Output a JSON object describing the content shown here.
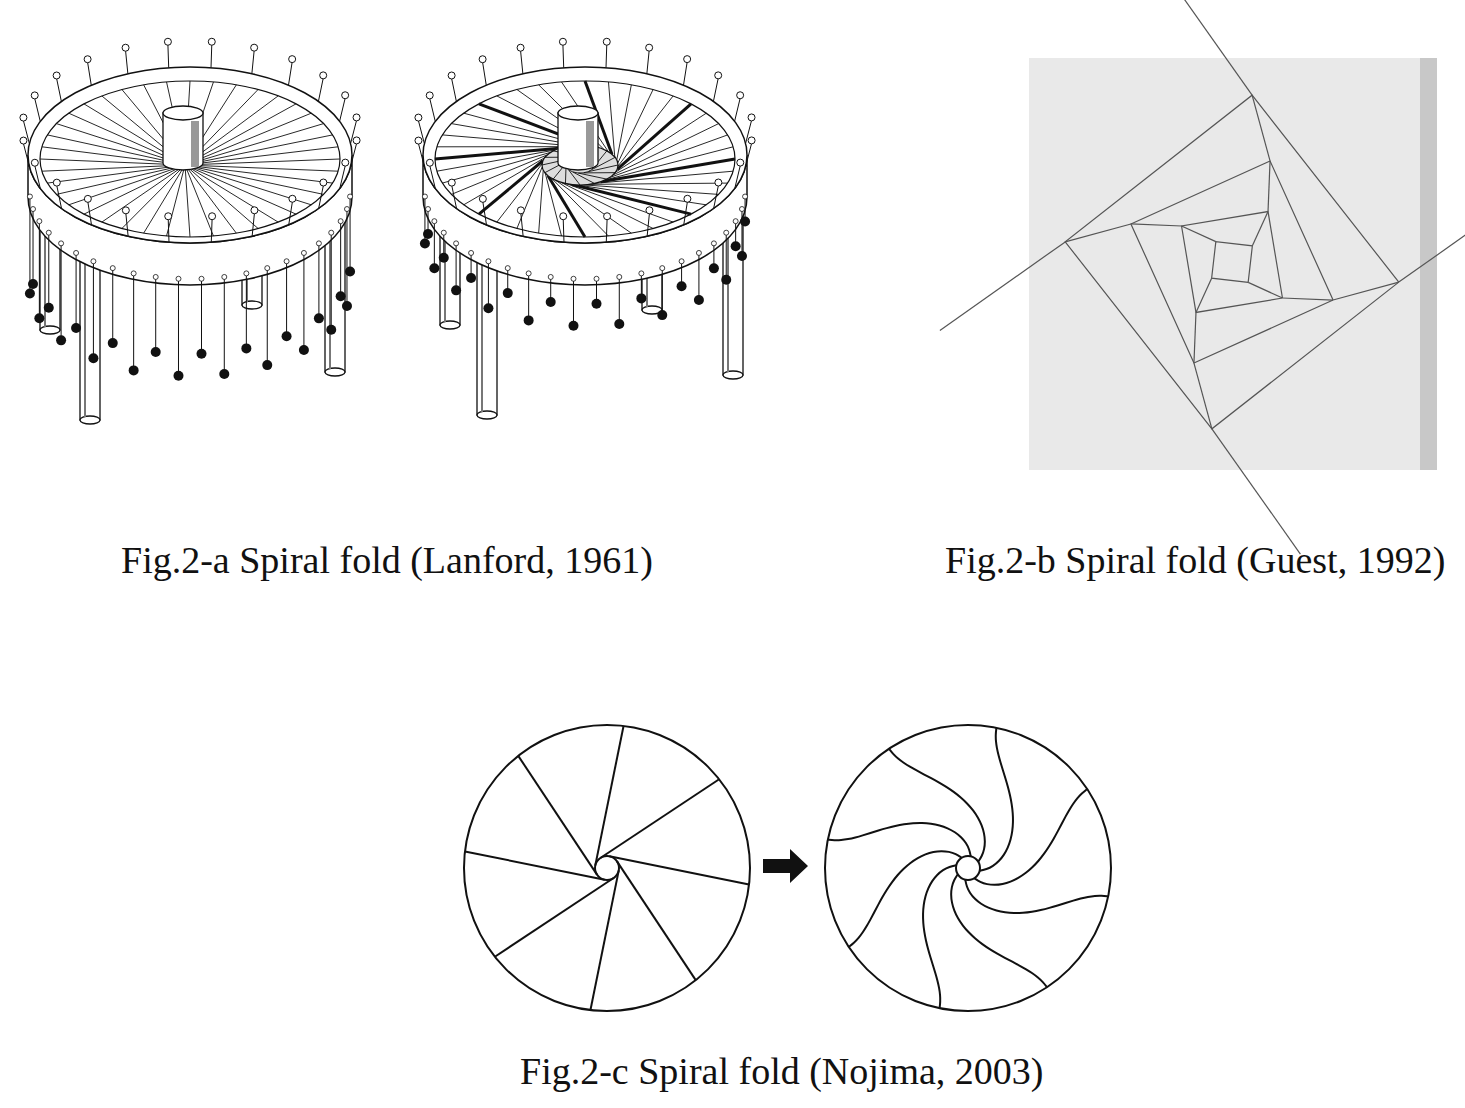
{
  "diagram": {
    "labels": [
      "Fig.2-a Spiral fold (Lanford, 1961)",
      "Fig.2-b Spiral fold (Guest, 1992)",
      "Fig.2-c Spiral fold (Nojima, 2003)"
    ]
  }
}
